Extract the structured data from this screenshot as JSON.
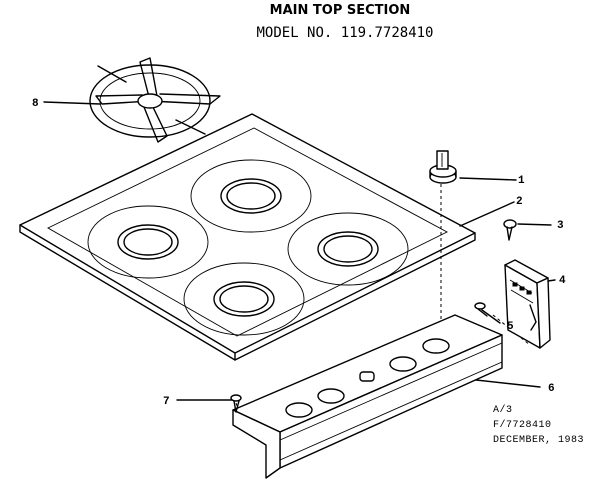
{
  "title": {
    "section": "MAIN TOP SECTION",
    "model": "MODEL NO. 119.7728410"
  },
  "callouts": [
    {
      "id": "1"
    },
    {
      "id": "2"
    },
    {
      "id": "3"
    },
    {
      "id": "4"
    },
    {
      "id": "5"
    },
    {
      "id": "6"
    },
    {
      "id": "7"
    },
    {
      "id": "8"
    }
  ],
  "note": {
    "line1": "A/3",
    "line2": "F/7728410",
    "line3": "DECEMBER, 1983"
  }
}
